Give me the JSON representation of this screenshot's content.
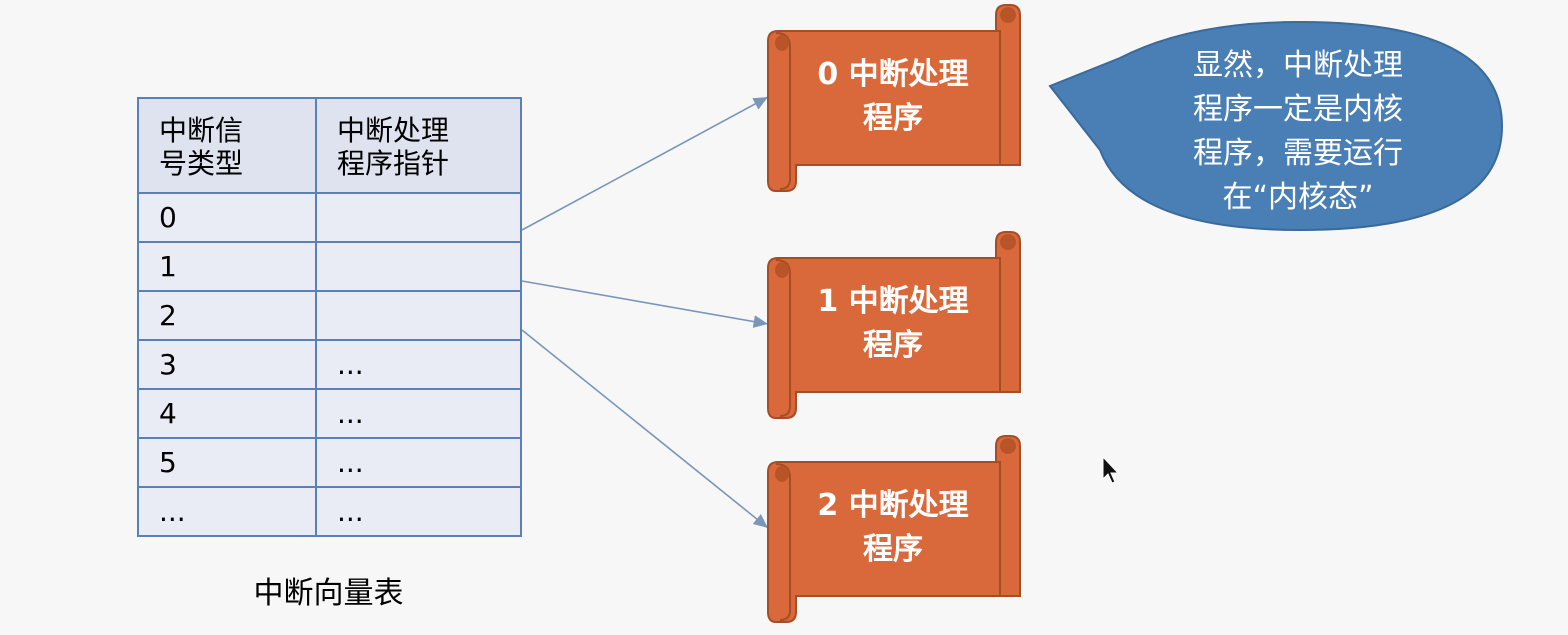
{
  "table": {
    "headers": [
      "中断信号类型",
      "中断处理程序指针"
    ],
    "header_lines": [
      [
        "中断信",
        "号类型"
      ],
      [
        "中断处理",
        "程序指针"
      ]
    ],
    "rows": [
      [
        "0",
        ""
      ],
      [
        "1",
        ""
      ],
      [
        "2",
        ""
      ],
      [
        "3",
        "..."
      ],
      [
        "4",
        "..."
      ],
      [
        "5",
        "..."
      ],
      [
        "...",
        "..."
      ]
    ],
    "caption": "中断向量表"
  },
  "handlers": [
    {
      "lines": [
        "0 中断处理",
        "程序"
      ]
    },
    {
      "lines": [
        "1 中断处理",
        "程序"
      ]
    },
    {
      "lines": [
        "2 中断处理",
        "程序"
      ]
    }
  ],
  "callout": {
    "lines": [
      "显然，中断处理",
      "程序一定是内核",
      "程序，需要运行",
      "在“内核态”"
    ]
  },
  "colors": {
    "scroll_fill": "#d9693a",
    "scroll_dark": "#b85528",
    "scroll_stroke": "#a54d25",
    "bubble_fill": "#4a7fb5",
    "arrow": "#7a96b8",
    "table_border": "#5a80b8"
  }
}
